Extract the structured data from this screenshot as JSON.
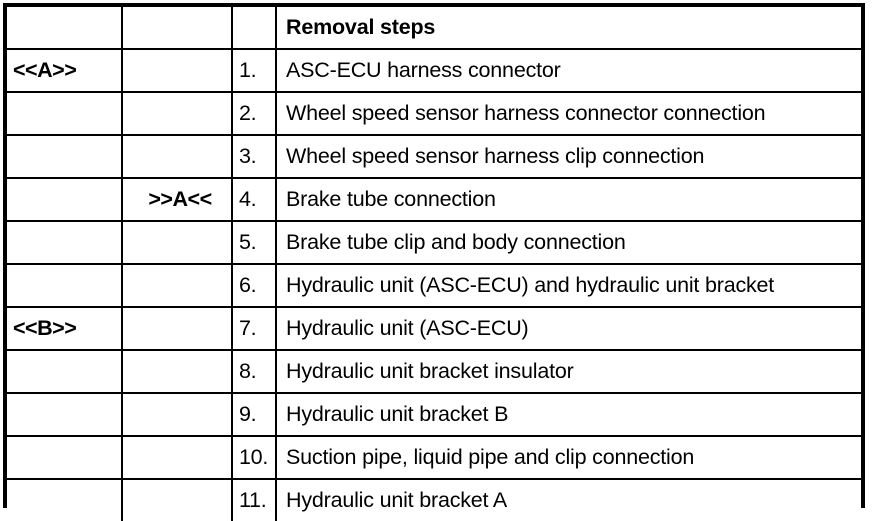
{
  "document": {
    "type": "service-manual-removal-steps-table"
  },
  "table": {
    "columns": [
      {
        "key": "mark",
        "header": ""
      },
      {
        "key": "submark",
        "header": ""
      },
      {
        "key": "num",
        "header": ""
      },
      {
        "key": "desc",
        "header": "Removal steps"
      }
    ],
    "header": {
      "mark": "",
      "submark": "",
      "num": "",
      "desc": "Removal steps"
    },
    "rows": [
      {
        "mark": "<<A>>",
        "submark": "",
        "num": "1.",
        "desc": "ASC-ECU harness connector"
      },
      {
        "mark": "",
        "submark": "",
        "num": "2.",
        "desc": "Wheel speed sensor harness connector connection"
      },
      {
        "mark": "",
        "submark": "",
        "num": "3.",
        "desc": "Wheel speed sensor harness clip connection"
      },
      {
        "mark": "",
        "submark": ">>A<<",
        "num": "4.",
        "desc": "Brake tube connection"
      },
      {
        "mark": "",
        "submark": "",
        "num": "5.",
        "desc": "Brake tube clip and body connection"
      },
      {
        "mark": "",
        "submark": "",
        "num": "6.",
        "desc": "Hydraulic unit (ASC-ECU) and hydraulic unit bracket"
      },
      {
        "mark": "<<B>>",
        "submark": "",
        "num": "7.",
        "desc": "Hydraulic unit (ASC-ECU)"
      },
      {
        "mark": "",
        "submark": "",
        "num": "8.",
        "desc": "Hydraulic unit bracket insulator"
      },
      {
        "mark": "",
        "submark": "",
        "num": "9.",
        "desc": "Hydraulic unit bracket B"
      },
      {
        "mark": "",
        "submark": "",
        "num": "10.",
        "desc": "Suction pipe, liquid pipe and clip connection"
      },
      {
        "mark": "",
        "submark": "",
        "num": "11.",
        "desc": "Hydraulic unit bracket A"
      }
    ]
  },
  "colors": {
    "border": "#000000",
    "text": "#000000",
    "background": "#ffffff"
  }
}
